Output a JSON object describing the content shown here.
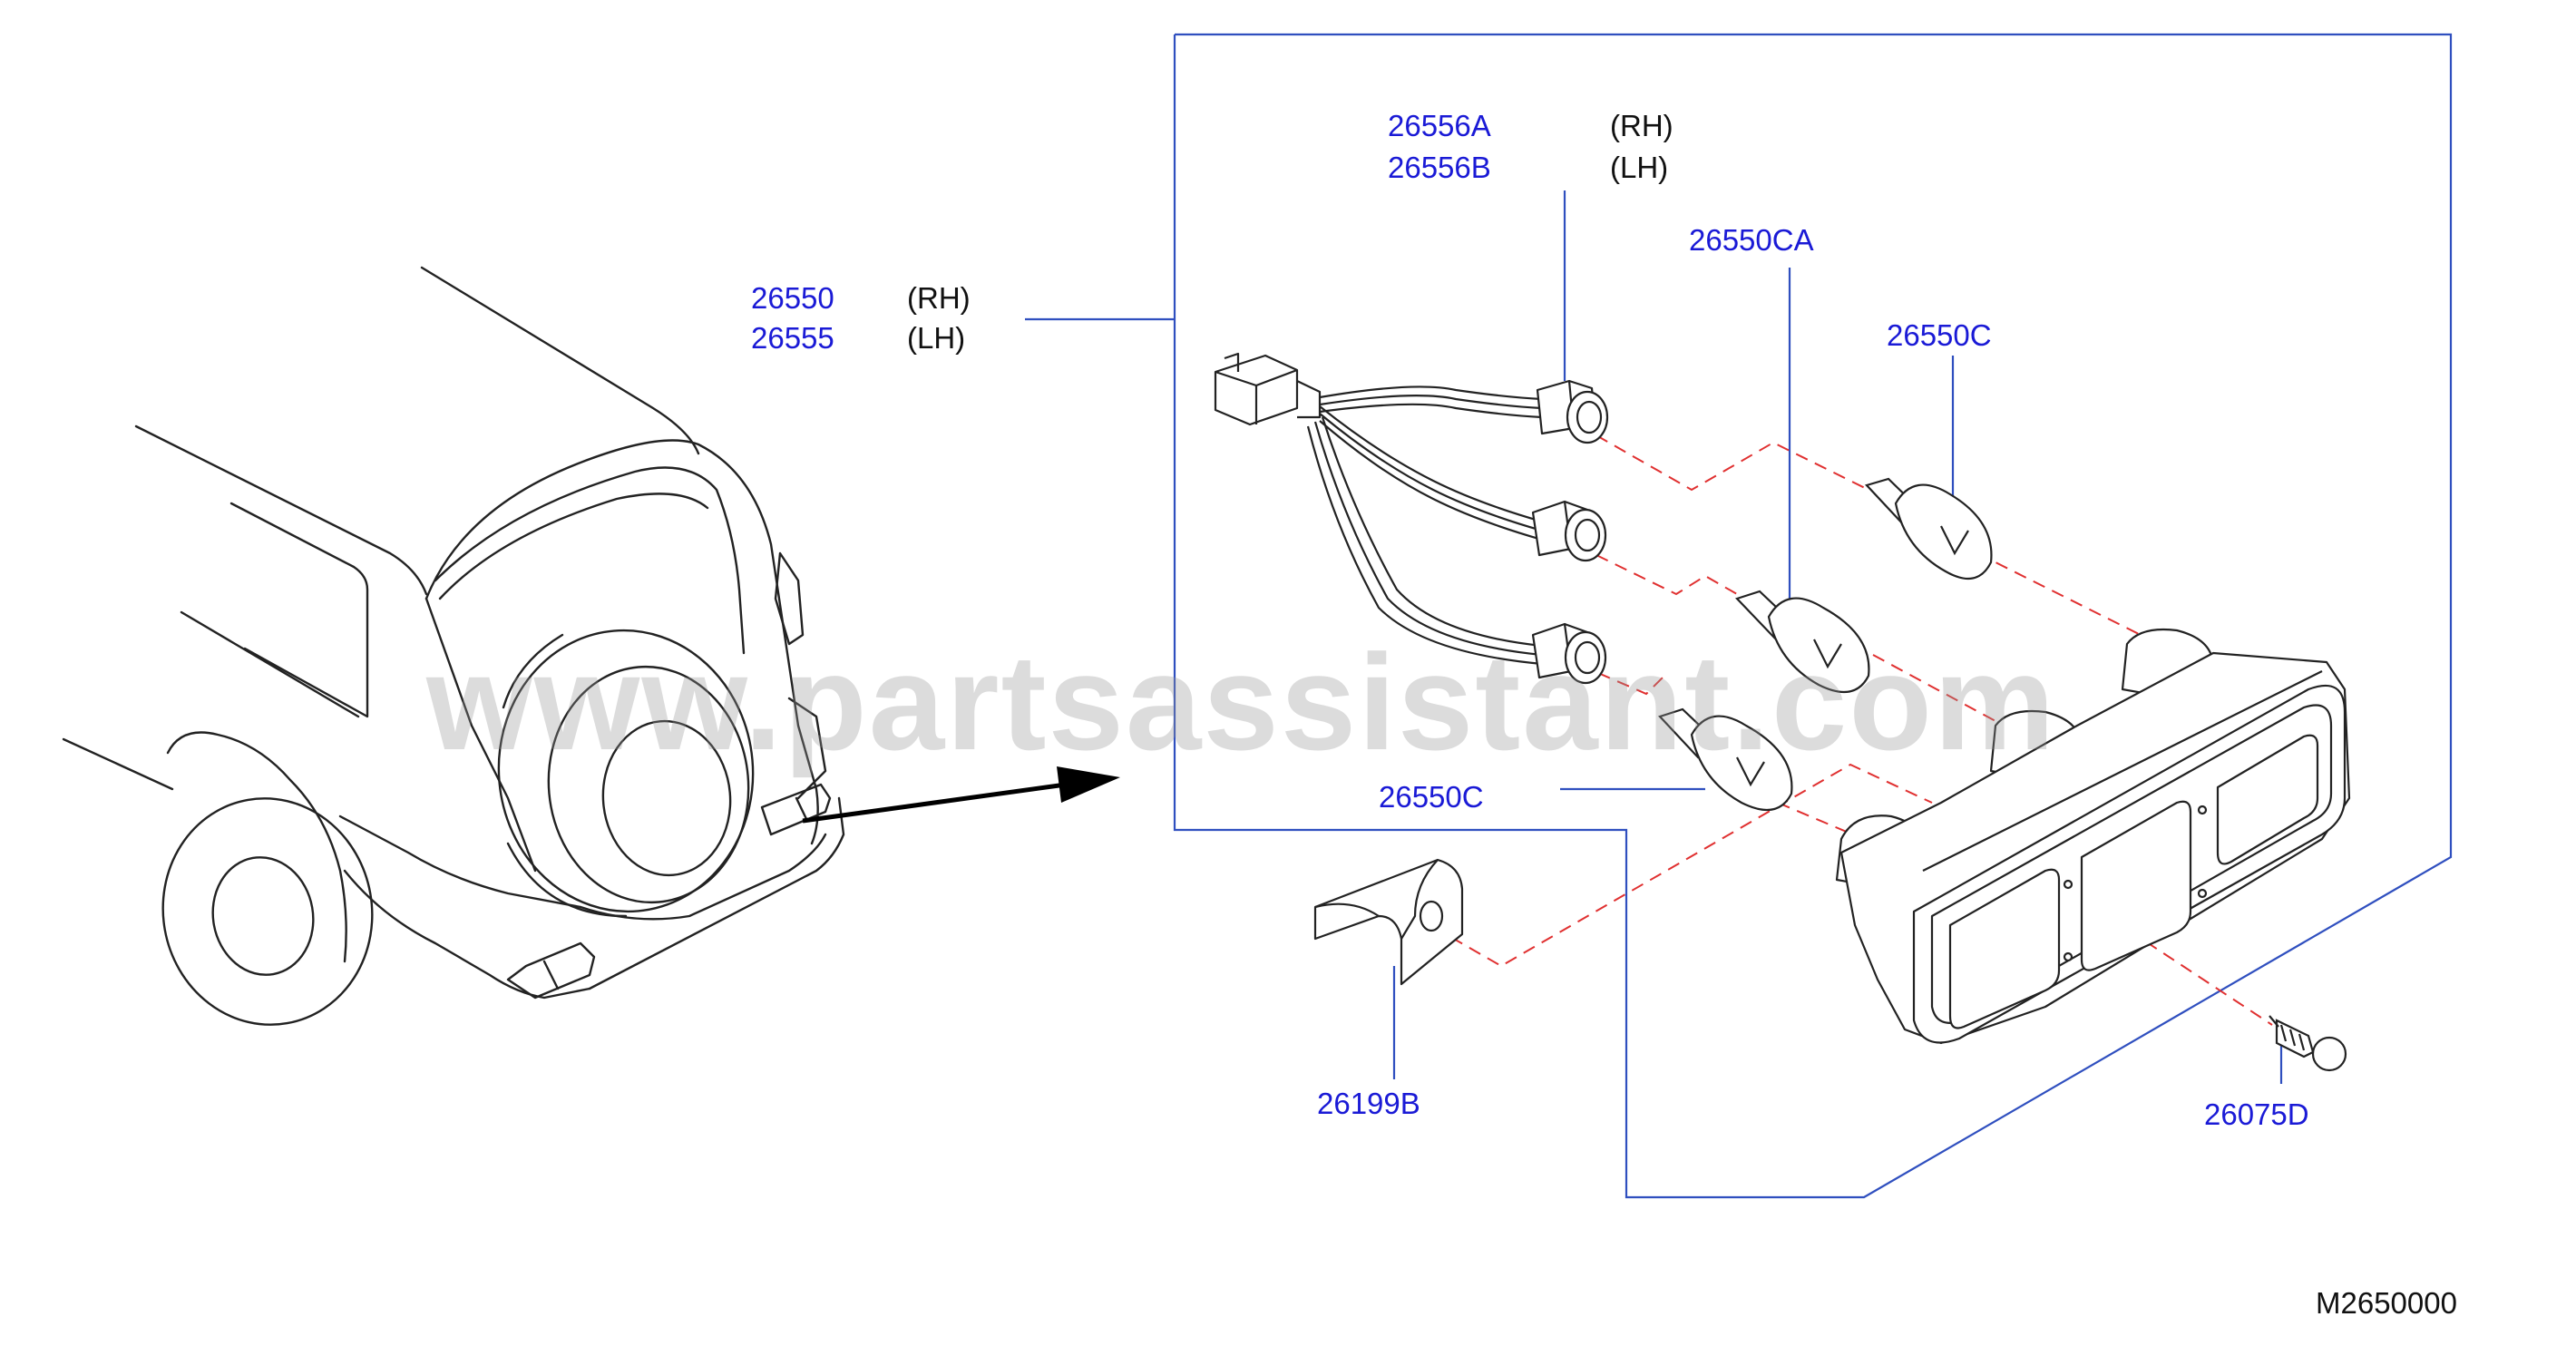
{
  "callouts": [
    {
      "id": "harness",
      "parts": [
        {
          "number": "26556A",
          "side": "(RH)"
        },
        {
          "number": "26556B",
          "side": "(LH)"
        }
      ]
    },
    {
      "id": "combination-lamp",
      "parts": [
        {
          "number": "26550",
          "side": "(RH)"
        },
        {
          "number": "26555",
          "side": "(LH)"
        }
      ]
    },
    {
      "id": "bulb-upper-center",
      "parts": [
        {
          "number": "26550CA"
        }
      ]
    },
    {
      "id": "bulb-upper-right",
      "parts": [
        {
          "number": "26550C"
        }
      ]
    },
    {
      "id": "bulb-lower",
      "parts": [
        {
          "number": "26550C"
        }
      ]
    },
    {
      "id": "bracket",
      "parts": [
        {
          "number": "26199B"
        }
      ]
    },
    {
      "id": "screw",
      "parts": [
        {
          "number": "26075D"
        }
      ]
    }
  ],
  "diagram_code": "M2650000",
  "watermark": "www.partsassistant.com",
  "colors": {
    "part_number": "#1a1ad6",
    "leader_line": "#2f4fbf",
    "dash_line": "#e03030",
    "drawing": "#222222"
  }
}
